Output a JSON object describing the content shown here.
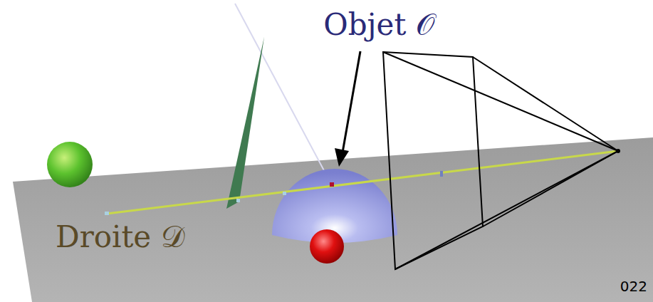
{
  "diagram": {
    "labels": [
      "Objet 𝒪",
      "Droite 𝒟",
      "022"
    ]
  }
}
